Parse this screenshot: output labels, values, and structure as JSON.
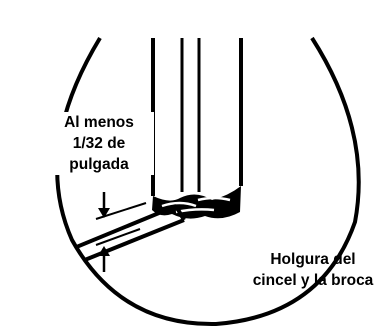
{
  "labels": {
    "minimum_gap": [
      "Al menos",
      "1/32 de",
      "pulgada"
    ],
    "clearance": [
      "Holgura del",
      "cincel y la broca"
    ]
  },
  "colors": {
    "ink": "#000000",
    "paper": "#ffffff"
  }
}
